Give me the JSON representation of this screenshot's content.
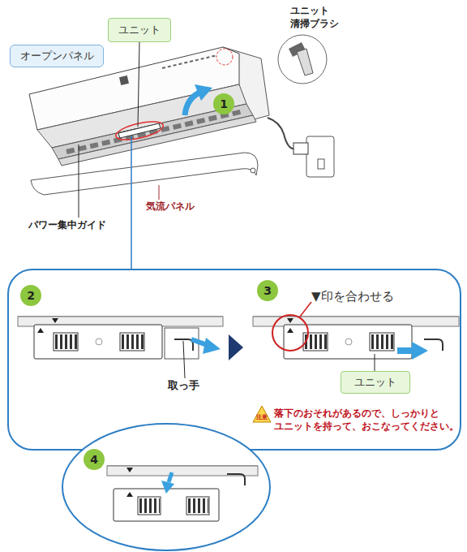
{
  "diagram": {
    "nodes": [
      {
        "text": [
          "オープンパネル"
        ]
      },
      {
        "text": [
          "ユニット"
        ]
      },
      {
        "text": [
          "ユニット"
        ]
      }
    ],
    "labels": [
      "ユニット 清掃ブラシ",
      "1",
      "パワー集中ガイド",
      "気流パネル",
      "2",
      "取っ手",
      "3",
      "▼印を合わせる",
      "注意",
      "落下のおそれがあるので、しっかりと ユニットを持って、おこなってください。",
      "4"
    ]
  }
}
